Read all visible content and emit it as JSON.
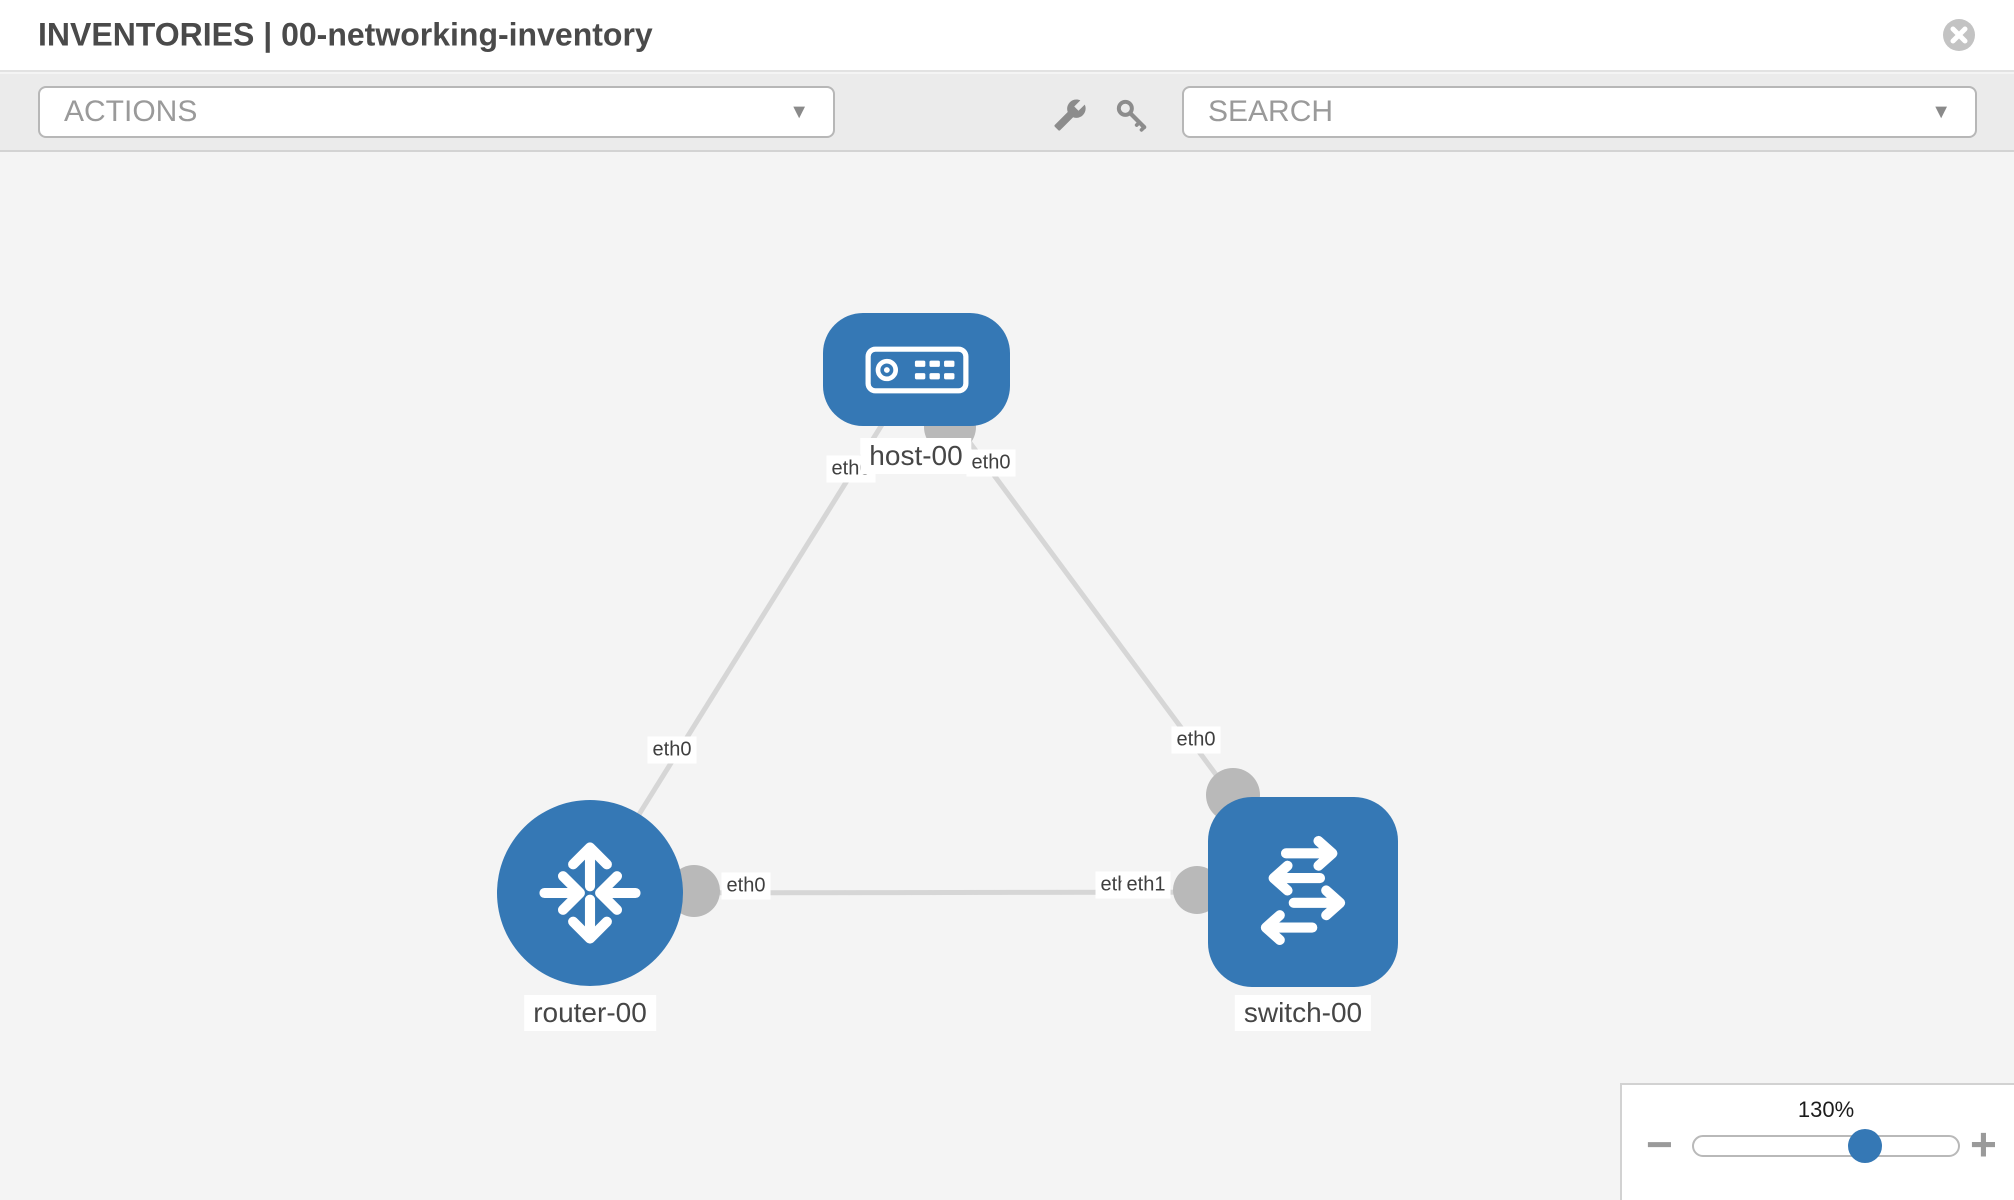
{
  "header": {
    "title": "INVENTORIES | 00-networking-inventory"
  },
  "toolbar": {
    "actions_label": "ACTIONS",
    "search_label": "SEARCH",
    "dropdown_arrow": "▼"
  },
  "diagram": {
    "nodes": [
      {
        "id": "host-00",
        "label": "host-00",
        "type": "host"
      },
      {
        "id": "router-00",
        "label": "router-00",
        "type": "router"
      },
      {
        "id": "switch-00",
        "label": "switch-00",
        "type": "switch"
      }
    ],
    "links": [
      {
        "from": "host-00",
        "to": "router-00"
      },
      {
        "from": "host-00",
        "to": "switch-00"
      },
      {
        "from": "router-00",
        "to": "switch-00"
      }
    ],
    "interface_labels": [
      {
        "text": "eth0",
        "link": "host-00 - router-00",
        "end": "host-00"
      },
      {
        "text": "eth0",
        "link": "host-00 - switch-00",
        "end": "host-00"
      },
      {
        "text": "eth0",
        "link": "host-00 - router-00",
        "end": "router-00"
      },
      {
        "text": "eth0",
        "link": "host-00 - switch-00",
        "end": "switch-00"
      },
      {
        "text": "eth0",
        "link": "router-00 - switch-00",
        "end": "router-00"
      },
      {
        "text": "eth1",
        "link": "router-00 - switch-00",
        "end": "switch-00"
      },
      {
        "text": "eth1",
        "link": "router-00 - switch-00",
        "end": "switch-00"
      }
    ],
    "colors": {
      "node_blue": "#3578b5",
      "link_gray": "#d6d6d6",
      "interface_dot_gray": "#b9b9b9",
      "canvas_bg": "#f4f4f4"
    }
  },
  "zoom_control": {
    "level": "130%",
    "minus_label": "−",
    "plus_label": "+"
  }
}
